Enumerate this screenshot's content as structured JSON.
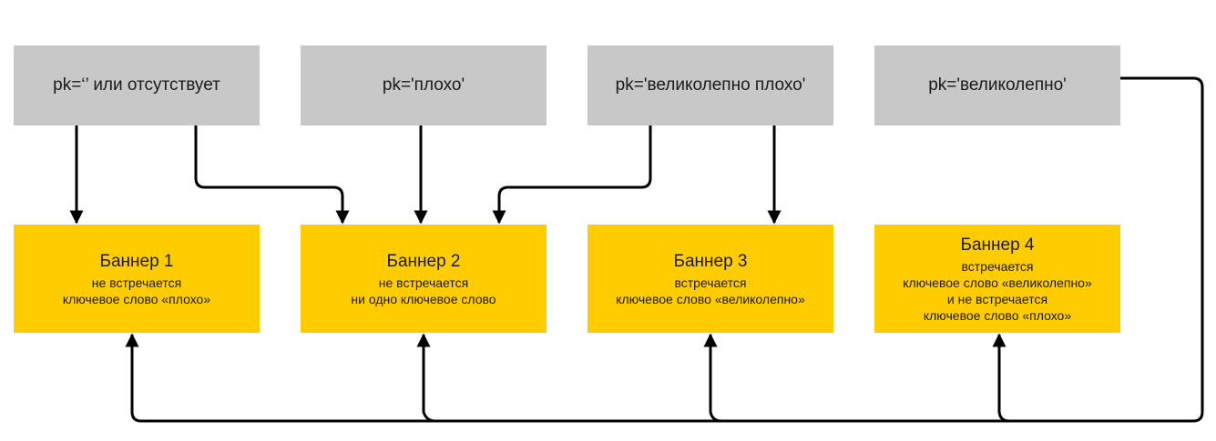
{
  "conditions": [
    {
      "label": "pk=‘’ или отсутствует"
    },
    {
      "label": "pk='плохо'"
    },
    {
      "label": "pk='великолепно плохо'"
    },
    {
      "label": "pk='великолепно'"
    }
  ],
  "banners": [
    {
      "title": "Баннер 1",
      "lines": [
        "не встречается",
        "ключевое слово «плохо»"
      ]
    },
    {
      "title": "Баннер 2",
      "lines": [
        "не встречается",
        "ни одно ключевое слово"
      ]
    },
    {
      "title": "Баннер 3",
      "lines": [
        "встречается",
        "ключевое слово «великолепно»"
      ]
    },
    {
      "title": "Баннер 4",
      "lines": [
        "встречается",
        "ключевое слово «великолепно»",
        "и не встречается",
        "ключевое слово «плохо»"
      ]
    }
  ],
  "colors": {
    "condition_box": "#c8c8c8",
    "banner_box": "#ffcc00",
    "connector": "#000000"
  }
}
